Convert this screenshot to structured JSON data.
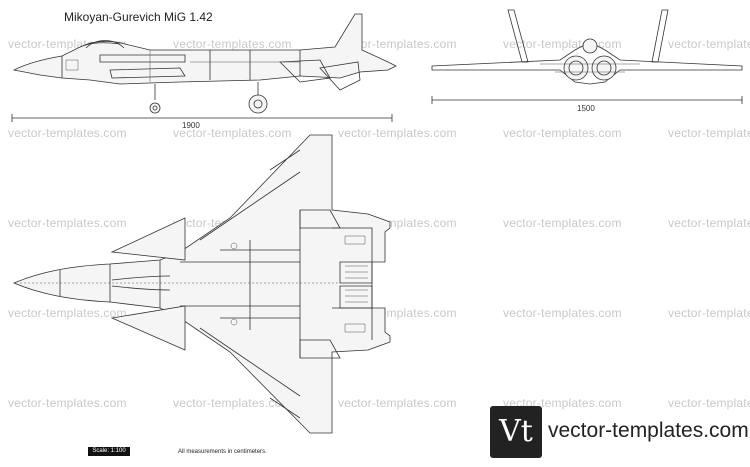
{
  "title": "Mikoyan-Gurevich MiG 1.42",
  "dimensions": {
    "side_length": "1900",
    "front_span": "1500"
  },
  "watermark": "vector-templates.com",
  "scale": "Scale: 1:100",
  "note": "All measurements in centimeters.",
  "logo": {
    "mark": "Vt",
    "text": "vector-templates.com"
  }
}
